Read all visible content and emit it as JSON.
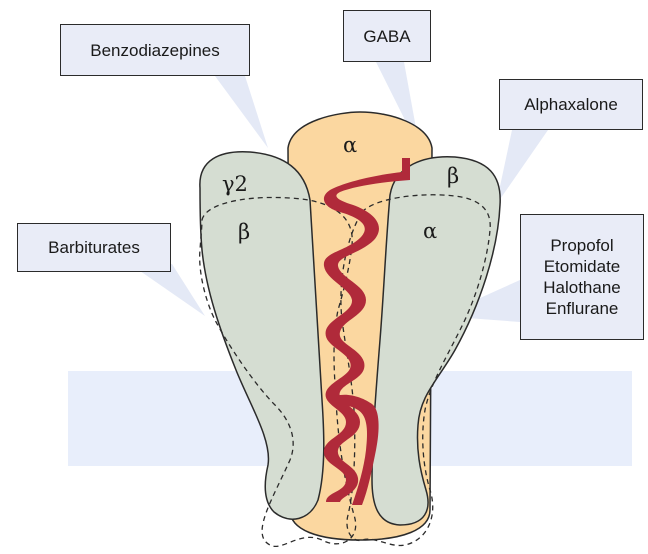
{
  "colors": {
    "membrane": "#e8eefb",
    "subunit_fill": "#d5ddd2",
    "core_fill": "#fbd7a0",
    "helix": "#b02a3a",
    "callout": "#e4e9f6",
    "label_box": "#e9ecf7"
  },
  "labels": {
    "benzodiazepines": "Benzodiazepines",
    "gaba": "GABA",
    "alphaxalone": "Alphaxalone",
    "barbiturates": "Barbiturates",
    "anesthetics": [
      "Propofol",
      "Etomidate",
      "Halothane",
      "Enflurane"
    ]
  },
  "subunits": {
    "top_alpha": "α",
    "left_gamma": "γ2",
    "left_beta": "β",
    "right_beta": "β",
    "right_alpha": "α"
  }
}
